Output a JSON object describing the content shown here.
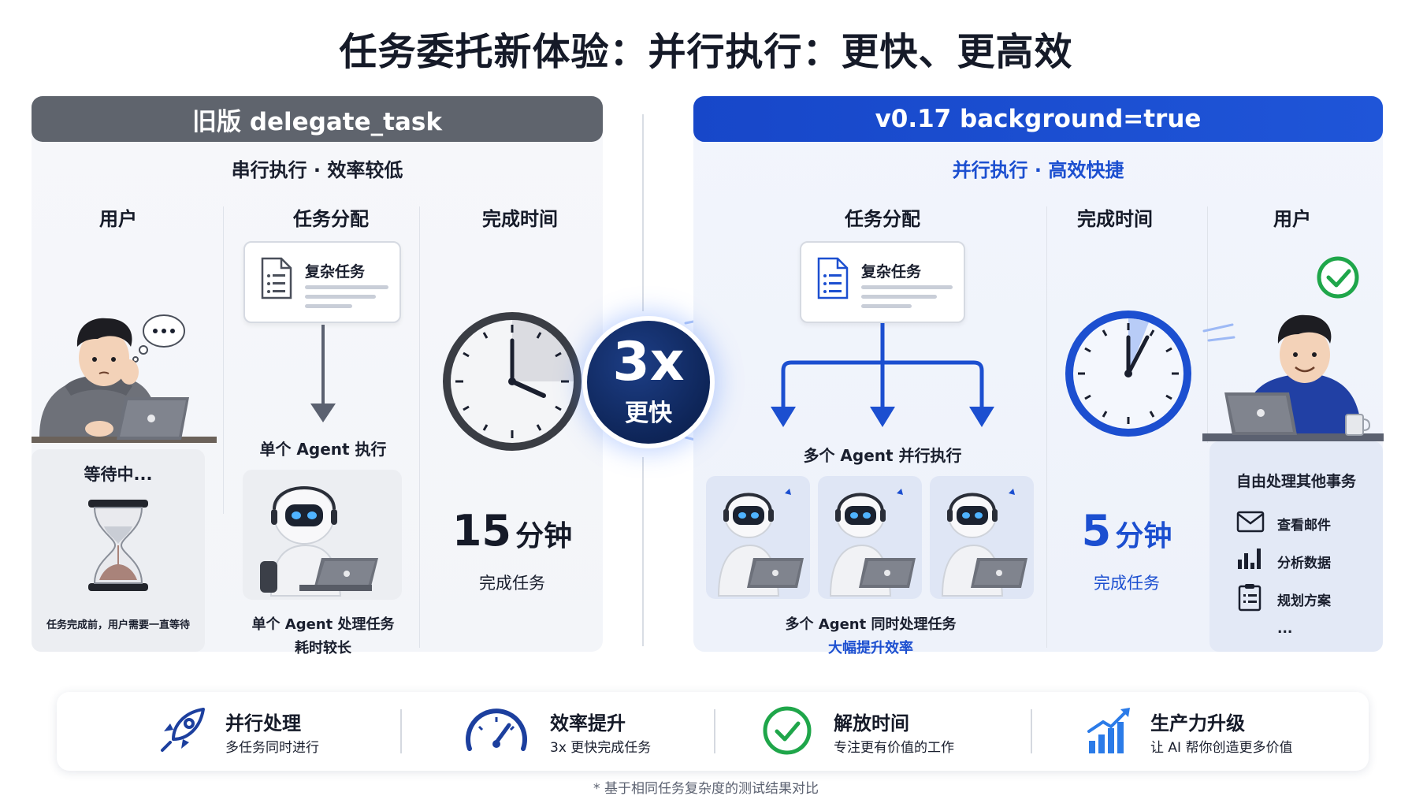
{
  "title": "任务委托新体验：并行执行：更快、更高效",
  "old": {
    "header": "旧版 delegate_task",
    "subtitle": "串行执行 · 效率较低",
    "col_user": "用户",
    "col_assign": "任务分配",
    "col_time": "完成时间",
    "doc_title": "复杂任务",
    "agent_label": "单个 Agent 执行",
    "agent_caption_1": "单个 Agent 处理任务",
    "agent_caption_2": "耗时较长",
    "waiting_title": "等待中...",
    "waiting_caption": "任务完成前，用户需要一直等待",
    "time_value": "15",
    "time_unit": "分钟",
    "time_caption": "完成任务"
  },
  "badge": {
    "big": "3x",
    "small": "更快"
  },
  "new": {
    "header": "v0.17 background=true",
    "subtitle": "并行执行 · 高效快捷",
    "col_assign": "任务分配",
    "col_time": "完成时间",
    "col_user": "用户",
    "doc_title": "复杂任务",
    "agent_label": "多个 Agent 并行执行",
    "agent_caption_1": "多个 Agent 同时处理任务",
    "agent_caption_2": "大幅提升效率",
    "time_value": "5",
    "time_unit": "分钟",
    "time_caption": "完成任务",
    "free_title": "自由处理其他事务",
    "free_items": [
      "查看邮件",
      "分析数据",
      "规划方案",
      "..."
    ]
  },
  "benefits": [
    {
      "title": "并行处理",
      "desc": "多任务同时进行",
      "icon": "rocket-icon"
    },
    {
      "title": "效率提升",
      "desc": "3x 更快完成任务",
      "icon": "speedometer-icon"
    },
    {
      "title": "解放时间",
      "desc": "专注更有价值的工作",
      "icon": "check-circle-icon"
    },
    {
      "title": "生产力升级",
      "desc": "让 AI 帮你创造更多价值",
      "icon": "growth-chart-icon"
    }
  ],
  "footnote": "* 基于相同任务复杂度的测试结果对比",
  "colors": {
    "old_header": "#5f646d",
    "new_header": "#1f55d8",
    "accent_blue": "#1c4fd0",
    "badge": "#0e2558",
    "check_green": "#1fa64a"
  }
}
